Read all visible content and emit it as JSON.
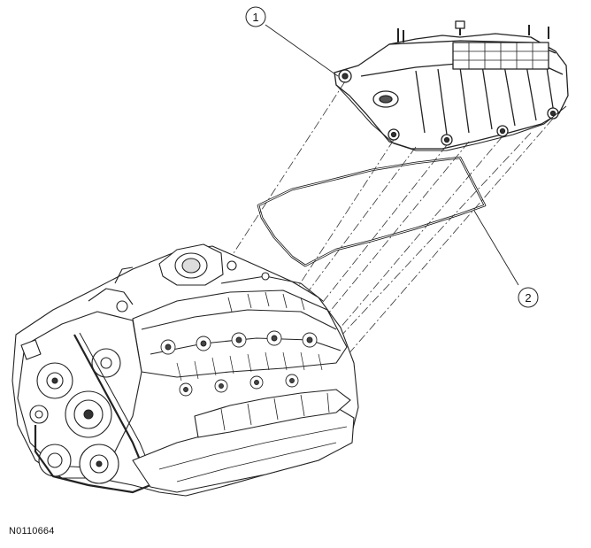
{
  "figure": {
    "reference_code": "N0110664",
    "callouts": [
      {
        "number": "1"
      },
      {
        "number": "2"
      }
    ]
  }
}
